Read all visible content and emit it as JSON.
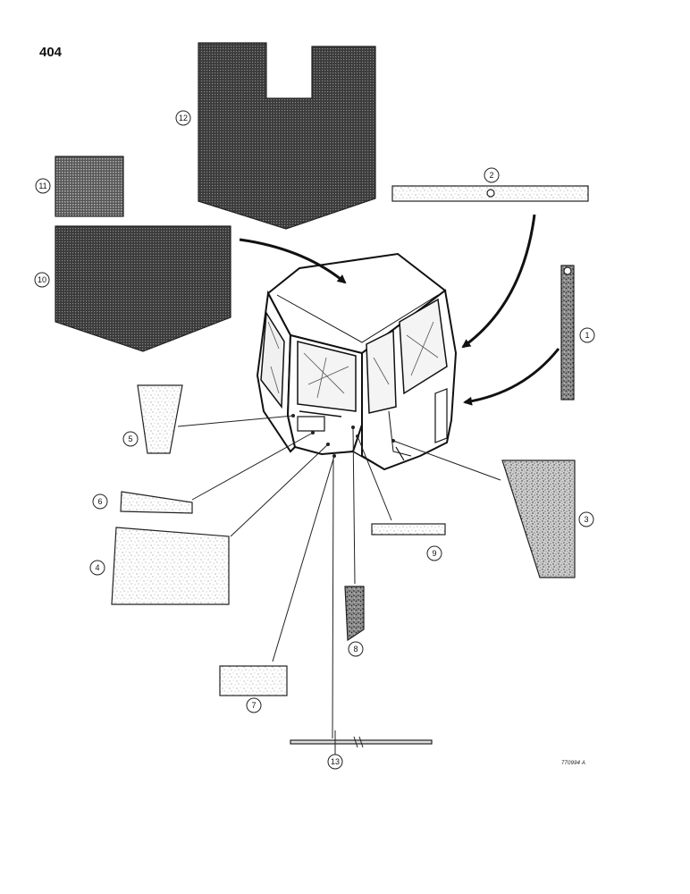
{
  "page": {
    "number": "404",
    "figure_code": "770994 A"
  },
  "callouts": [
    "1",
    "2",
    "3",
    "4",
    "5",
    "6",
    "7",
    "8",
    "9",
    "10",
    "11",
    "12",
    "13"
  ]
}
